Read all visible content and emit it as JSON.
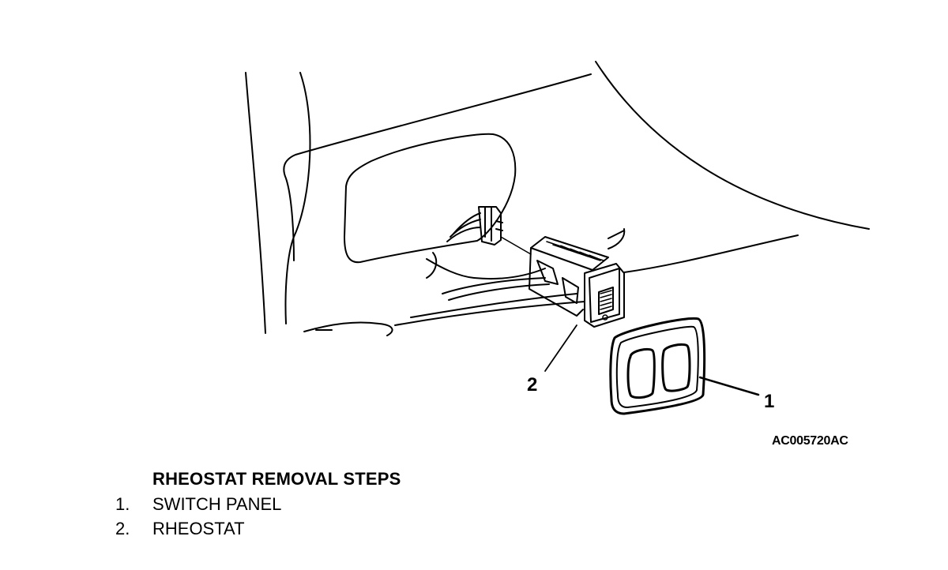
{
  "callouts": {
    "switch_panel_number": "1",
    "rheostat_number": "2"
  },
  "figure_id": "AC005720AC",
  "removal_steps": {
    "title": "RHEOSTAT REMOVAL STEPS",
    "items": [
      {
        "number": "1.",
        "label": "SWITCH PANEL"
      },
      {
        "number": "2.",
        "label": "RHEOSTAT"
      }
    ]
  },
  "colors": {
    "line": "#000000",
    "background": "#ffffff"
  }
}
